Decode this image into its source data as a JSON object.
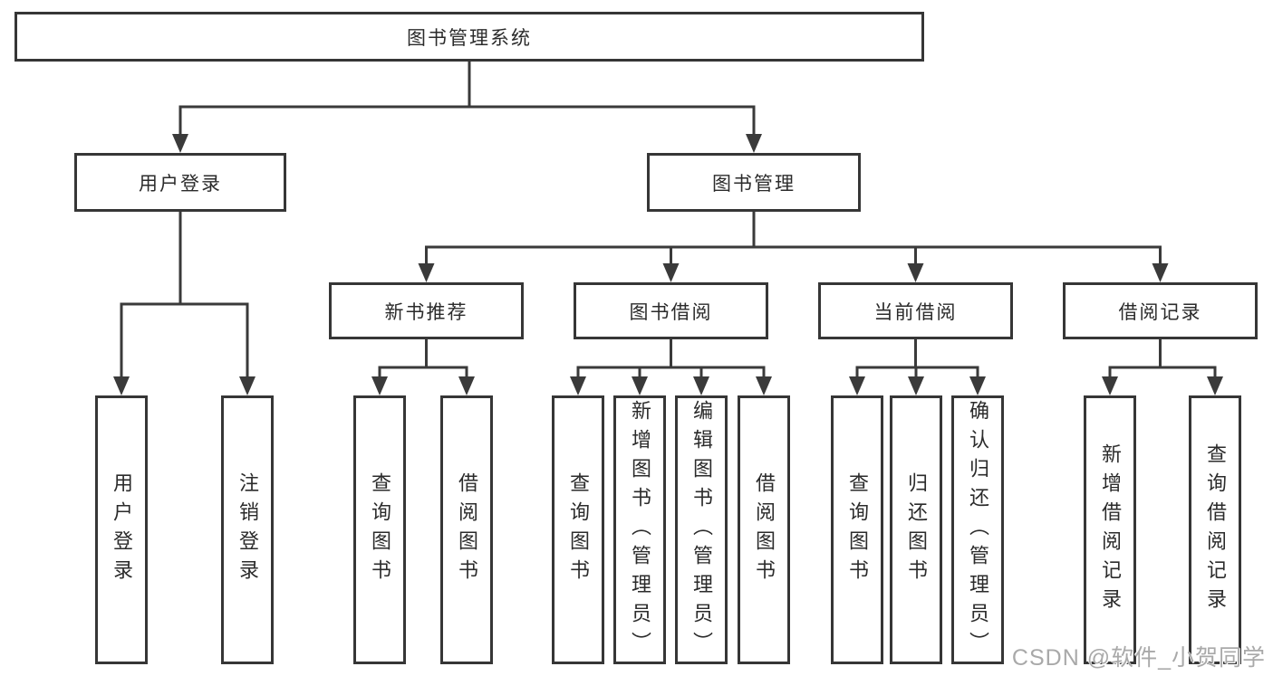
{
  "diagram": {
    "title": "图书管理系统",
    "nodes": {
      "root": {
        "label": "图书管理系统"
      },
      "userLogin": {
        "label": "用户登录"
      },
      "bookMgmt": {
        "label": "图书管理"
      },
      "newBookRec": {
        "label": "新书推荐"
      },
      "bookBorrow": {
        "label": "图书借阅"
      },
      "currentBorrow": {
        "label": "当前借阅"
      },
      "borrowRecords": {
        "label": "借阅记录"
      },
      "a1": {
        "label": "用户登录"
      },
      "a2": {
        "label": "注销登录"
      },
      "b1": {
        "label": "查询图书"
      },
      "b2": {
        "label": "借阅图书"
      },
      "c1": {
        "label": "查询图书"
      },
      "c2": {
        "label": "新增图书（管理员）"
      },
      "c3": {
        "label": "编辑图书（管理员）"
      },
      "c4": {
        "label": "借阅图书"
      },
      "d1": {
        "label": "查询图书"
      },
      "d2": {
        "label": "归还图书"
      },
      "d3": {
        "label": "确认归还（管理员）"
      },
      "e1": {
        "label": "新增借阅记录"
      },
      "e2": {
        "label": "查询借阅记录"
      }
    },
    "line_color": "#3a3a3a",
    "border_color": "#363636"
  },
  "watermark": {
    "text": "CSDN @软件_小贺同学"
  }
}
